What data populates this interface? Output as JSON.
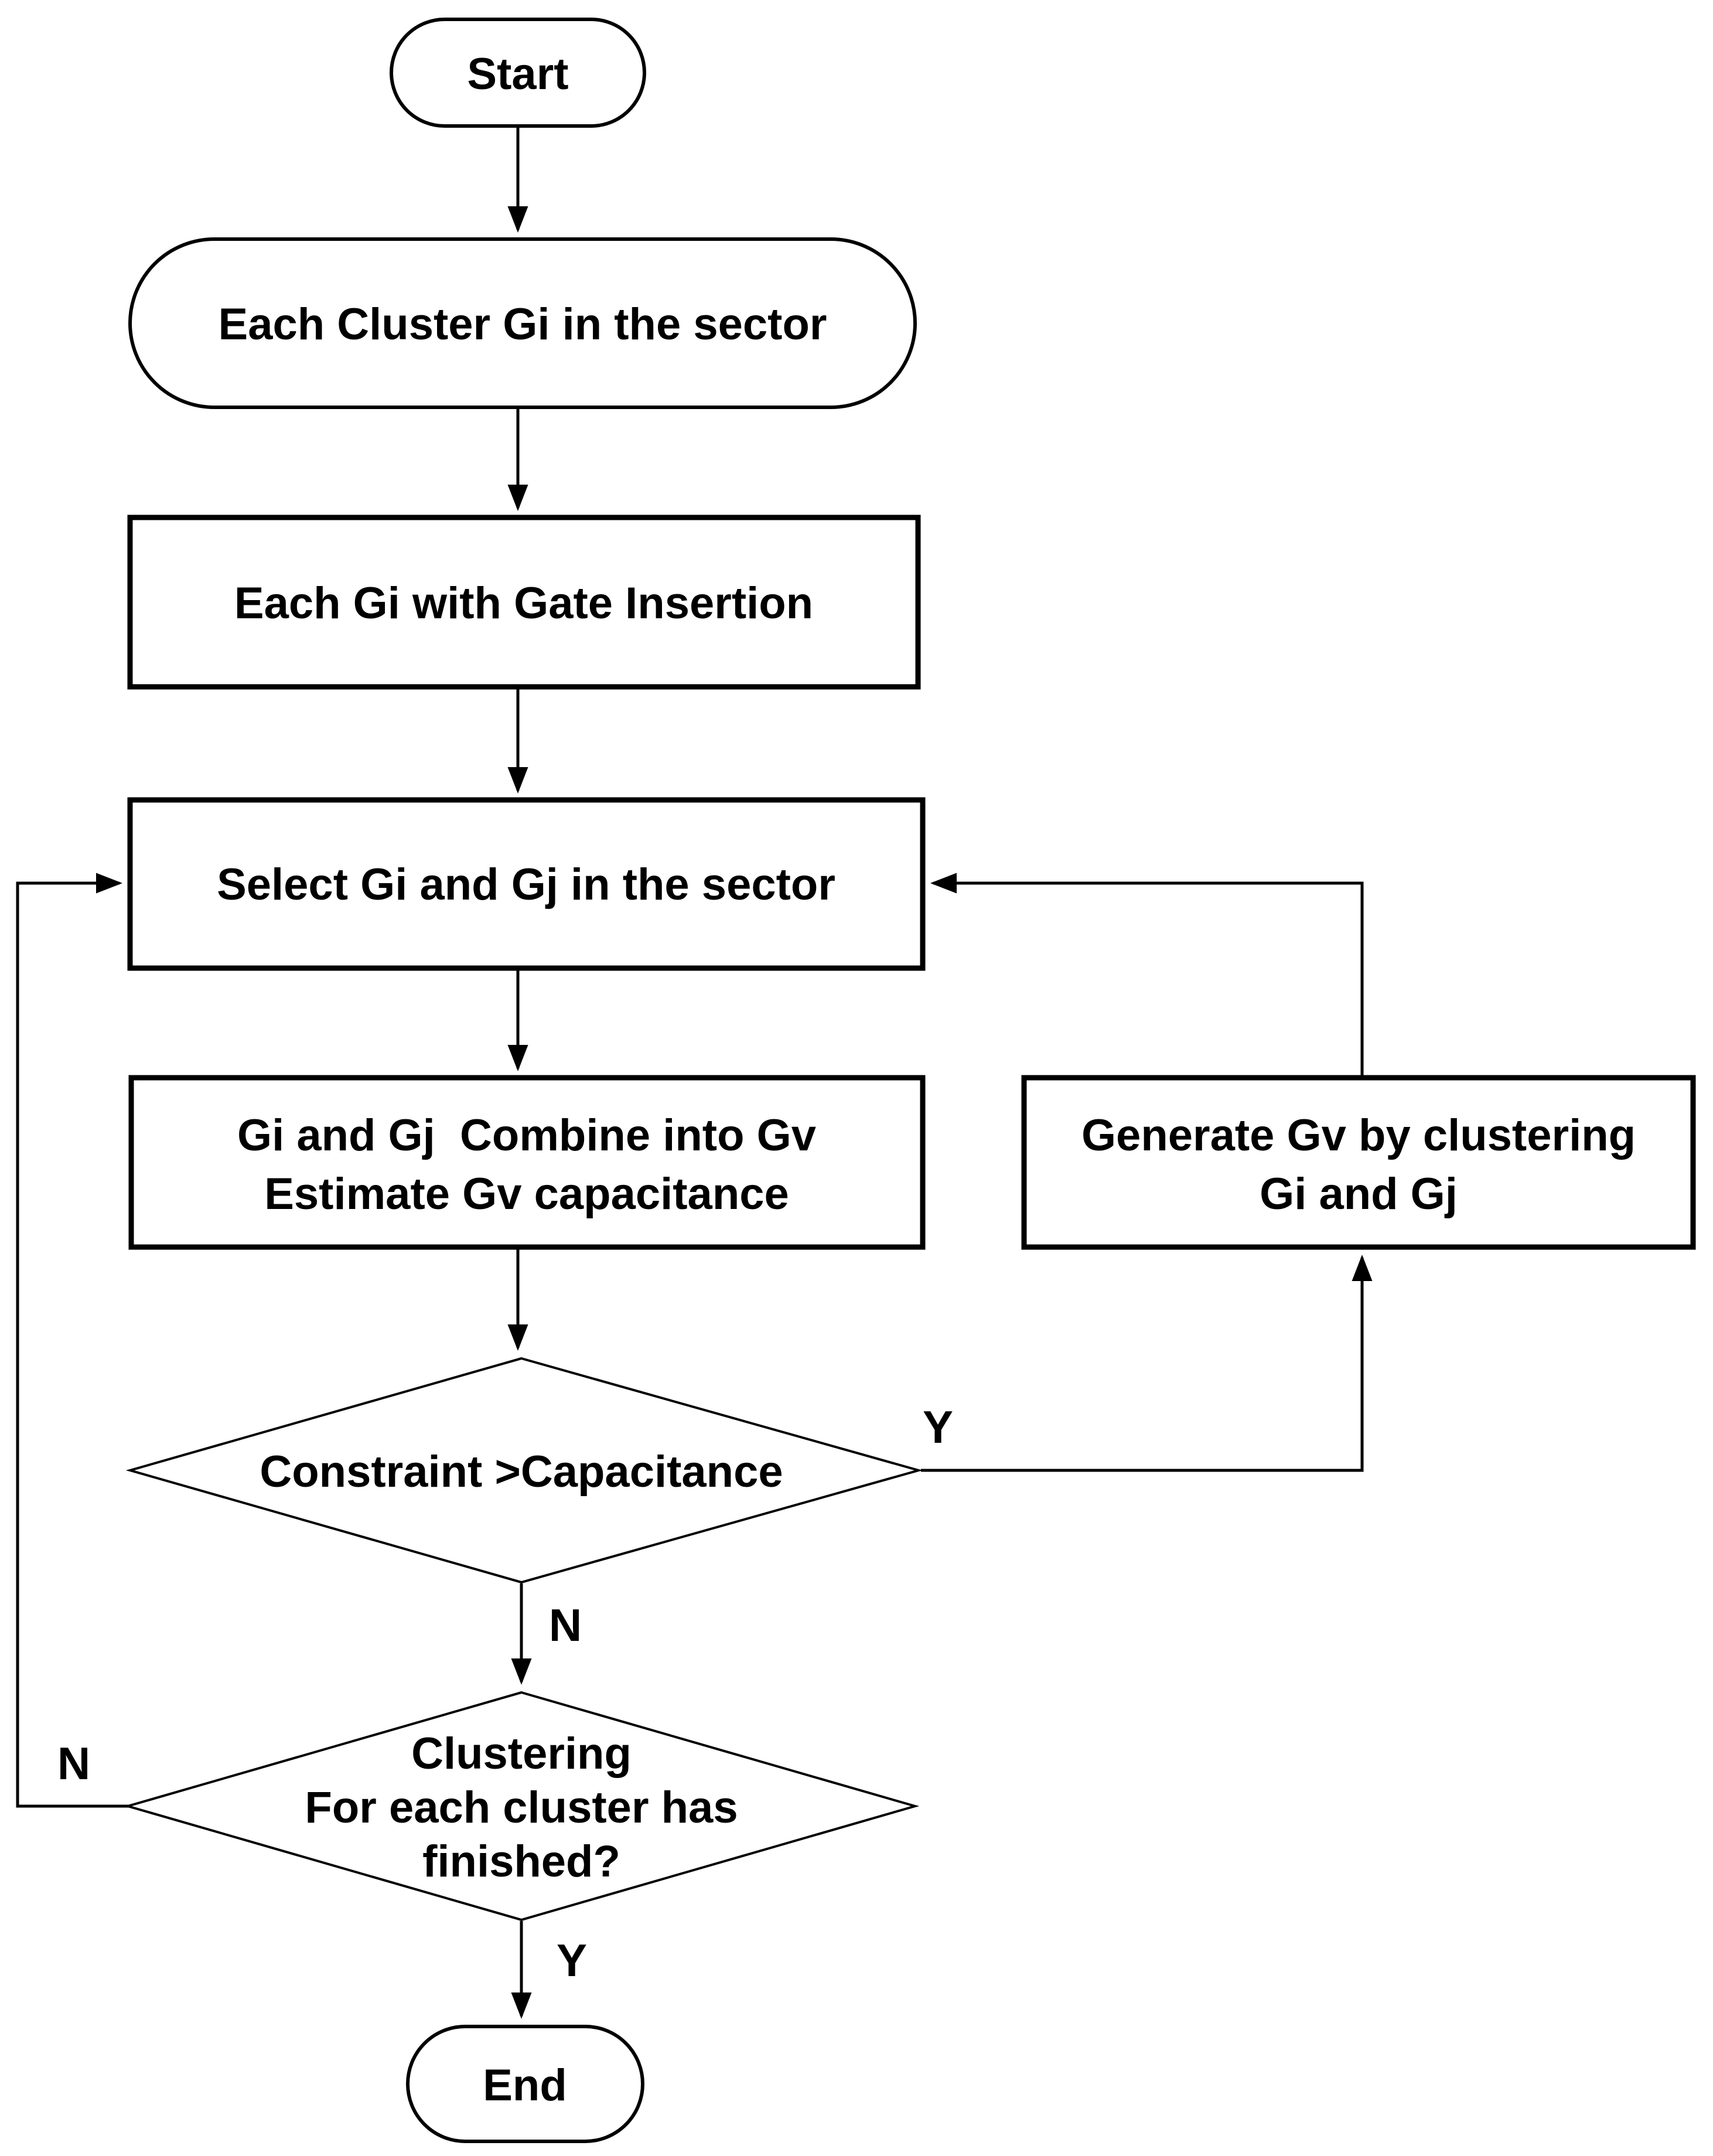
{
  "diagram": {
    "type": "flowchart",
    "colors": {
      "background": "#ffffff",
      "stroke": "#000000",
      "text": "#000000"
    },
    "nodes": {
      "start": {
        "shape": "terminator",
        "label": "Start"
      },
      "each_cluster": {
        "shape": "terminator",
        "label": "Each Cluster Gi in the sector"
      },
      "gate_insertion": {
        "shape": "process",
        "label": "Each Gi with Gate Insertion"
      },
      "select_pair": {
        "shape": "process",
        "label": "Select Gi and Gj in the sector"
      },
      "combine": {
        "shape": "process",
        "lines": [
          "Gi and Gj  Combine into Gv",
          "Estimate Gv capacitance"
        ]
      },
      "generate": {
        "shape": "process",
        "lines": [
          "Generate Gv by clustering",
          "Gi and Gj"
        ]
      },
      "constraint_check": {
        "shape": "decision",
        "label": "Constraint >Capacitance"
      },
      "finished_check": {
        "shape": "decision",
        "lines": [
          "Clustering",
          "For each cluster has",
          "finished?"
        ]
      },
      "end": {
        "shape": "terminator",
        "label": "End"
      }
    },
    "edge_labels": {
      "constraint_yes": "Y",
      "constraint_no": "N",
      "finished_no": "N",
      "finished_yes": "Y"
    }
  }
}
